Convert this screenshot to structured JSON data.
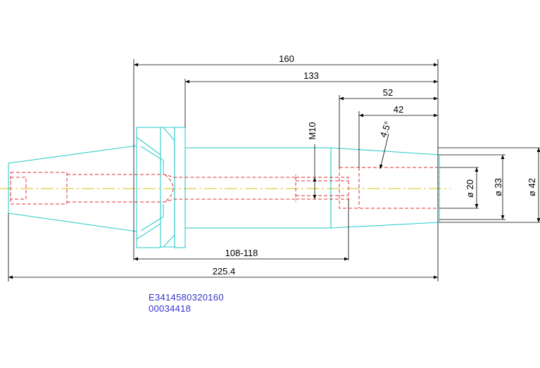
{
  "colors": {
    "outline": "#33cccc",
    "hidden": "#e03030",
    "centerline": "#d4c21a",
    "dimension": "#000000",
    "ident_text": "#3333cc"
  },
  "dimensions": {
    "overall_length": "160",
    "shank_to_end": "133",
    "bore_depth_large": "52",
    "bore_depth_small": "42",
    "taper_angle": "4.5°",
    "thread": "M10",
    "clamping_range": "108-118",
    "total_length": "225.4",
    "dia_bore": "ø 20",
    "dia_mid": "ø 33",
    "dia_outer": "ø 42"
  },
  "identification": {
    "part_number": "E3414580320160",
    "code": "00034418"
  }
}
